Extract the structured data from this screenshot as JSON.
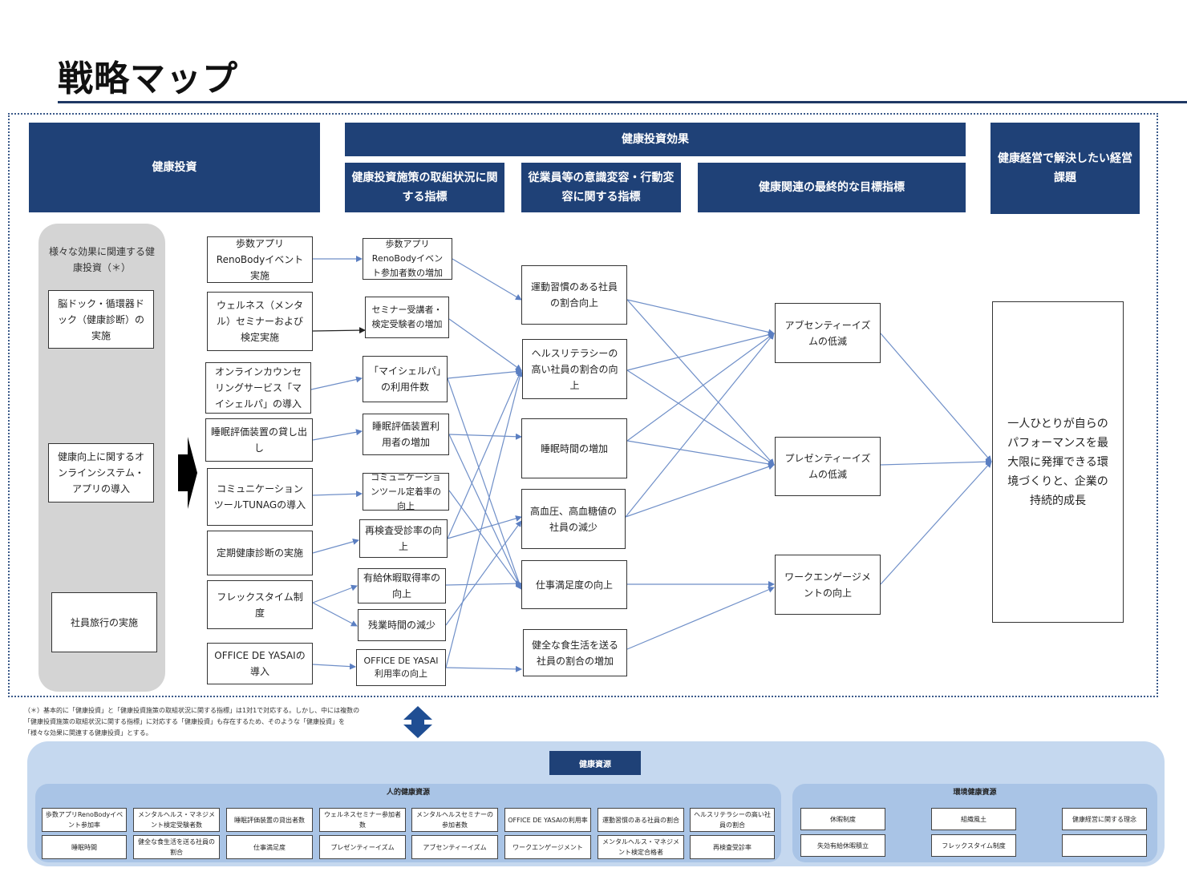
{
  "title": "戦略マップ",
  "colors": {
    "header": "#1f4177",
    "arrow": "#6f8fc8",
    "gray_panel": "#d4d4d4",
    "resource_bg": "#c5d8ef"
  },
  "headers": {
    "investment": "健康投資",
    "effect": "健康投資効果",
    "effect_sub1": "健康投資施策の取組状況に関する指標",
    "effect_sub2": "従業員等の意識変容・行動変容に関する指標",
    "effect_sub3": "健康関連の最終的な目標指標",
    "issue": "健康経営で解決したい経営課題"
  },
  "gray_panel": {
    "label": "様々な効果に関連する健康投資（＊）",
    "items": [
      "脳ドック・循環器ドック（健康診断）の実施",
      "健康向上に関するオンラインシステム・アプリの導入",
      "社員旅行の実施"
    ]
  },
  "investments": [
    "歩数アプリRenoBodyイベント実施",
    "ウェルネス（メンタル）セミナーおよび検定実施",
    "オンラインカウンセリングサービス「マイシェルパ」の導入",
    "睡眠評価装置の貸し出し",
    "コミュニケーションツールTUNAGの導入",
    "定期健康診断の実施",
    "フレックスタイム制度",
    "OFFICE DE YASAIの導入"
  ],
  "indicators": [
    "歩数アプリRenoBodyイベント参加者数の増加",
    "セミナー受講者・検定受験者の増加",
    "「マイシェルパ」の利用件数",
    "睡眠評価装置利用者の増加",
    "コミュニケーションツール定着率の向上",
    "再検査受診率の向上",
    "有給休暇取得率の向上",
    "残業時間の減少",
    "OFFICE DE YASAI利用率の向上"
  ],
  "behaviors": [
    "運動習慣のある社員の割合向上",
    "ヘルスリテラシーの高い社員の割合の向上",
    "睡眠時間の増加",
    "高血圧、高血糖値の社員の減少",
    "仕事満足度の向上",
    "健全な食生活を送る社員の割合の増加"
  ],
  "goals": [
    "アブセンティーイズムの低減",
    "プレゼンティーイズムの低減",
    "ワークエンゲージメントの向上"
  ],
  "issue_text": "一人ひとりが自らのパフォーマンスを最大限に発揮できる環境づくりと、企業の持続的成長",
  "footnote": "（＊）基本的に「健康投資」と「健康投資施策の取組状況に関する指標」は1対1で対応する。しかし、中には複数の「健康投資施策の取組状況に関する指標」に対応する「健康投資」も存在するため、そのような「健康投資」を「様々な効果に関連する健康投資」とする。",
  "resources": {
    "title": "健康資源",
    "human_title": "人的健康資源",
    "human_items": [
      "歩数アプリRenoBodyイベント参加率",
      "メンタルヘルス・マネジメント検定受験者数",
      "睡眠評価装置の貸出者数",
      "ウェルネスセミナー参加者数",
      "メンタルヘルスセミナーの参加者数",
      "OFFICE DE YASAIの利用率",
      "運動習慣のある社員の割合",
      "ヘルスリテラシーの高い社員の割合",
      "睡眠時間",
      "健全な食生活を送る社員の割合",
      "仕事満足度",
      "プレゼンティーイズム",
      "アブセンティーイズム",
      "ワークエンゲージメント",
      "メンタルヘルス・マネジメント検定合格者",
      "再検査受診率"
    ],
    "env_title": "環境健康資源",
    "env_items": [
      "休暇制度",
      "組織風土",
      "健康経営に関する理念",
      "失効有給休暇積立",
      "フレックスタイム制度",
      ""
    ]
  }
}
